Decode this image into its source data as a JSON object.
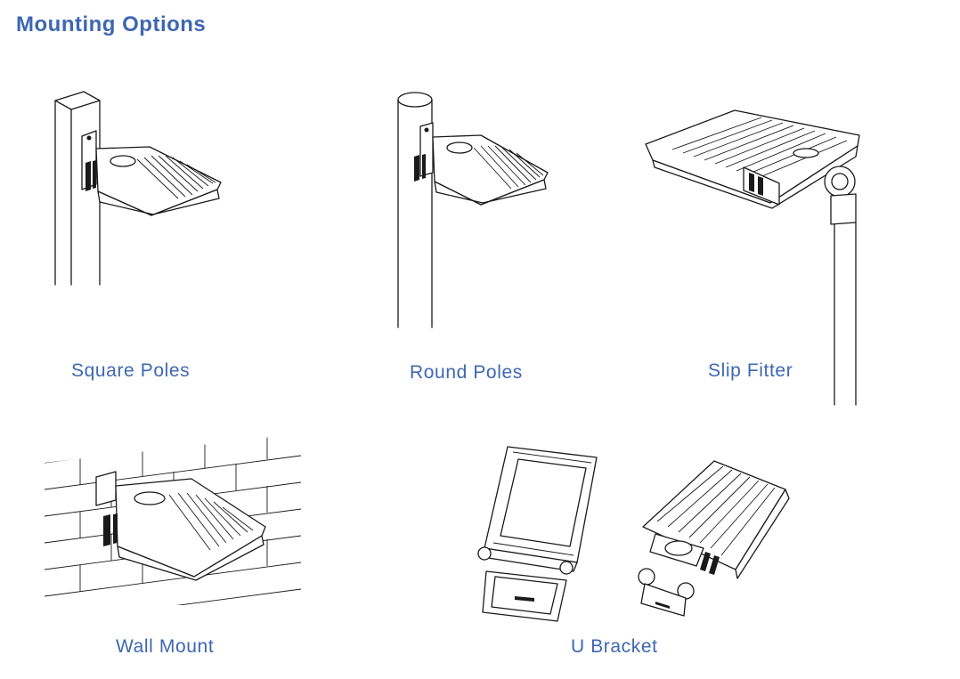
{
  "heading": "Mounting Options",
  "accent_color": "#3e67b1",
  "options": [
    {
      "label": "Square Poles",
      "icon": "square-pole-mount-illustration"
    },
    {
      "label": "Round Poles",
      "icon": "round-pole-mount-illustration"
    },
    {
      "label": "Slip Fitter",
      "icon": "slip-fitter-mount-illustration"
    },
    {
      "label": "Wall Mount",
      "icon": "wall-mount-illustration"
    },
    {
      "label": "U Bracket",
      "icon": "u-bracket-mount-illustration"
    }
  ]
}
